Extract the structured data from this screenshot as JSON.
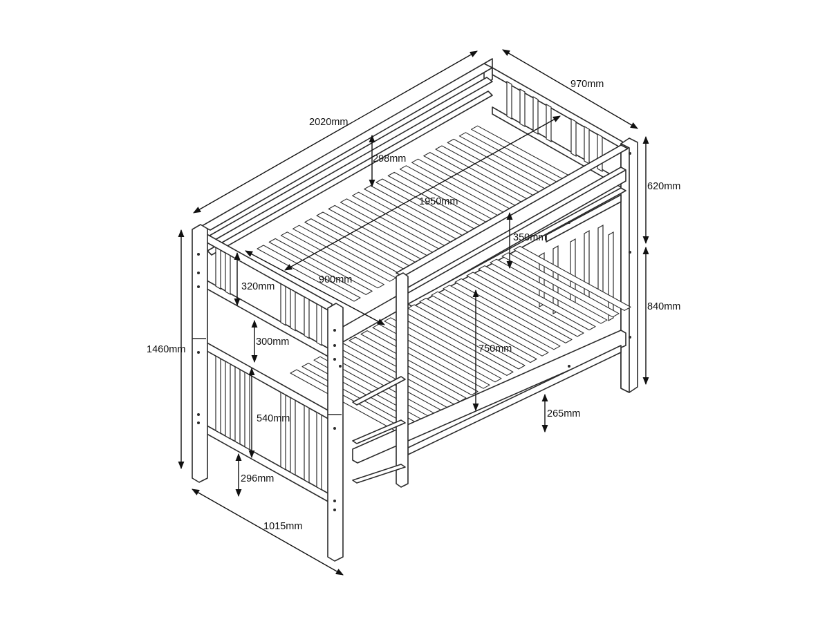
{
  "dimensions": {
    "overall_length": "2020mm",
    "overall_depth": "970mm",
    "upper_guard_height": "298mm",
    "mattress_length": "1950mm",
    "mattress_width": "900mm",
    "upper_rail_drop": "350mm",
    "upper_headboard_height": "320mm",
    "top_section_height": "620mm",
    "bottom_section_height": "840mm",
    "overall_height": "1460mm",
    "bunk_gap": "300mm",
    "clearance_between_bunks": "750mm",
    "lower_headboard_height": "540mm",
    "lower_deck_height": "265mm",
    "floor_clearance": "296mm",
    "overall_width": "1015mm"
  },
  "colors": {
    "line": "#2b2b2b",
    "background": "#ffffff"
  }
}
